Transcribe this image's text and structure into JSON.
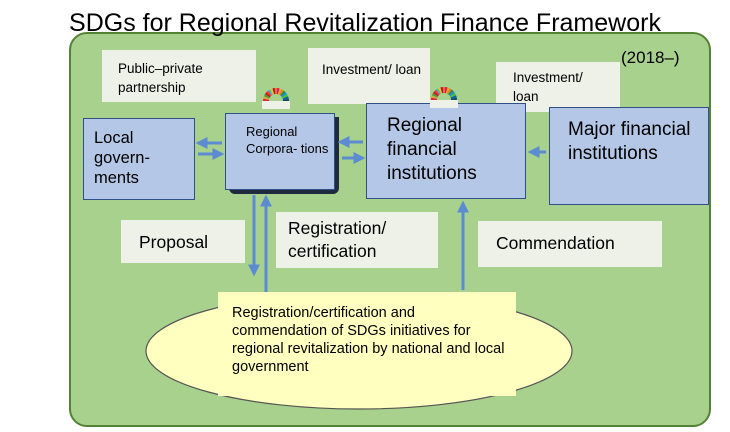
{
  "title": "SDGs for Regional Revitalization Finance Framework",
  "period": "(2018–)",
  "labels": {
    "ppp": "Public–private partnership",
    "invest1": "Investment/ loan",
    "invest2": "Investment/ loan",
    "proposal": "Proposal",
    "registration": "Registration/ certification",
    "commendation": "Commendation"
  },
  "boxes": {
    "local": "Local govern- ments",
    "corporations": "Regional Corpora- tions",
    "regional_fin": "Regional financial institutions",
    "major_fin": "Major financial institutions"
  },
  "ellipse_text": "Registration/certification and commendation of SDGs initiatives for regional revitalization by national and local government",
  "colors": {
    "frame_fill": "#a9d18e",
    "frame_border": "#548235",
    "box_fill": "#b4c7e7",
    "box_border": "#2f4f86",
    "arrow": "#5b8bd1",
    "ellipse_fill": "#ffffc0"
  },
  "icons": [
    "sdg-wheel-icon",
    "sdg-wheel-icon"
  ]
}
